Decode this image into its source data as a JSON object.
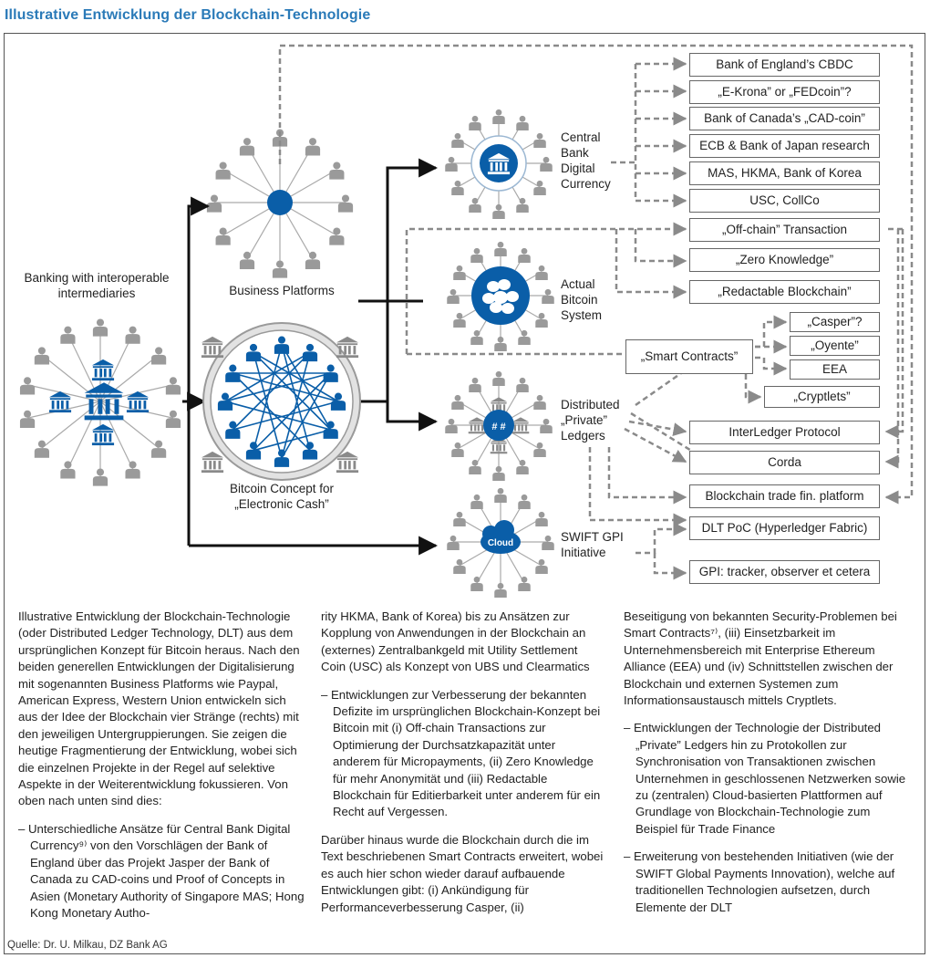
{
  "title": "Illustrative Entwicklung der Blockchain-Technologie",
  "source": "Quelle: Dr. U. Milkau, DZ Bank AG",
  "nodes": {
    "banking": "Banking with interoperable intermediaries",
    "business": "Business Platforms",
    "bitcoin_concept": "Bitcoin Concept for „Electronic Cash”",
    "cbdc": "Central Bank Digital Currency",
    "actual_bitcoin": "Actual Bitcoin System",
    "distributed": "Distributed „Private” Ledgers",
    "swift": "SWIFT GPI Initiative",
    "cloud": "Cloud"
  },
  "boxes": {
    "boe": "Bank of England’s CBDC",
    "ekrona": "„E-Krona” or „FEDcoin”?",
    "cad": "Bank of Canada’s „CAD-coin”",
    "ecb": "ECB & Bank of Japan research",
    "mas": "MAS, HKMA, Bank of Korea",
    "usc": "USC, CollCo",
    "offchain": "„Off-chain” Transaction",
    "zero": "„Zero Knowledge”",
    "redactable": "„Redactable Blockchain”",
    "smart": "„Smart Contracts”",
    "casper": "„Casper”?",
    "oyente": "„Oyente”",
    "eea": "EEA",
    "cryptlets": "„Cryptlets”",
    "interledger": "InterLedger Protocol",
    "corda": "Corda",
    "tradefin": "Blockchain trade fin. platform",
    "dltpoc": "DLT PoC (Hyperledger Fabric)",
    "gpi": "GPI: tracker, observer et cetera"
  },
  "text": {
    "col1_p1": "Illustrative Entwicklung der Blockchain-Technologie (oder Distributed Ledger Technology, DLT) aus dem ursprünglichen Konzept für Bitcoin heraus. Nach den beiden generellen Entwicklungen der Digitalisierung mit sogenannten Business Platforms wie Paypal, American Express, Western Union entwickeln sich aus der Idee der Blockchain vier Stränge (rechts) mit den jeweiligen Untergruppierungen. Sie zeigen die heutige Fragmentierung der Entwicklung, wobei sich die einzelnen Projekte in der Regel auf selektive Aspekte in der Weiterentwicklung fokussieren. Von oben nach unten sind dies:",
    "col1_p2": "– Unterschiedliche Ansätze für Central Bank Digital Currency⁹⁾ von den Vorschlägen der Bank of England über das Projekt Jasper der Bank of Canada zu CAD-coins und Proof of Concepts in Asien (Monetary Authority of Singapore MAS; Hong Kong Monetary Autho-",
    "col2_p1": "rity HKMA, Bank of Korea) bis zu Ansätzen zur Kopplung von Anwendungen in der Blockchain an (externes) Zentralbankgeld mit Utility Settlement Coin (USC) als Konzept von UBS und Clearmatics",
    "col2_p2": "– Entwicklungen zur Verbesserung der bekannten Defizite im ursprünglichen Blockchain-Konzept bei Bitcoin mit (i) Off-chain Transactions zur Optimierung der Durchsatzkapazität unter anderem für Micropayments, (ii) Zero Knowledge für mehr Anonymität und (iii) Redactable Blockchain für Editierbarkeit unter anderem für ein Recht auf Vergessen.",
    "col2_p3": "Darüber hinaus wurde die Blockchain durch die im Text beschriebenen Smart Contracts erweitert, wobei es auch hier schon wieder darauf aufbauende Entwicklungen gibt: (i) Ankündigung für Performanceverbesserung Casper, (ii)",
    "col3_p1": "Beseitigung von bekannten Security-Problemen bei Smart Contracts⁷⁾, (iii) Einsetzbarkeit im Unternehmensbereich mit Enterprise Ethereum Alliance (EEA) und (iv) Schnittstellen zwischen der Blockchain und externen Systemen zum Informationsaustausch mittels Cryptlets.",
    "col3_p2": "– Entwicklungen der Technologie der Distributed „Private” Ledgers hin zu Protokollen zur Synchronisation von Transaktionen zwischen Unternehmen in geschlossenen Netzwerken sowie zu (zentralen) Cloud-basierten Plattformen auf Grundlage von Blockchain-Technologie zum Beispiel für Trade Finance",
    "col3_p3": "– Erweiterung von bestehenden Initiativen (wie der SWIFT Global Payments Innovation), welche auf traditionellen Technologien aufsetzen, durch Elemente der DLT"
  },
  "colors": {
    "accent": "#2a7ab8",
    "blue": "#0a5ea8",
    "gray_person": "#9a9a9a",
    "dashed": "#8a8a8a"
  },
  "icons": [
    "person-icon",
    "bank-icon",
    "cloud-icon"
  ]
}
